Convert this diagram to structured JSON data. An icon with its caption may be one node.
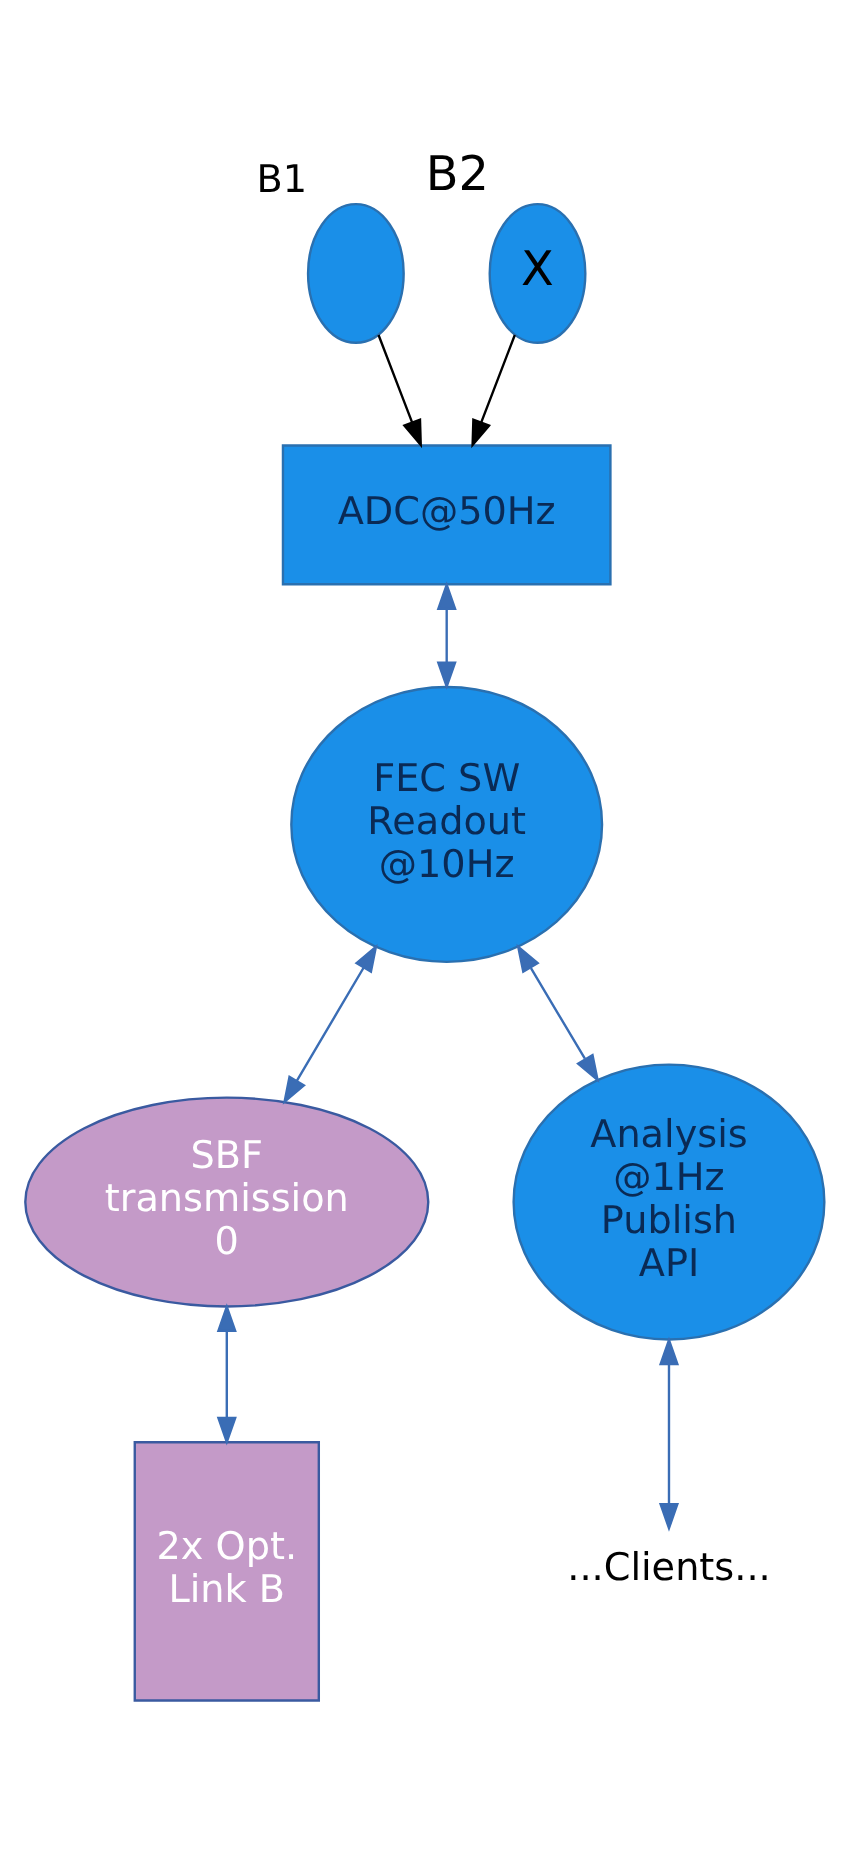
{
  "diagram": {
    "nodes": [
      {
        "text": [],
        "shape": "circle",
        "beside": [
          "B1"
        ]
      },
      {
        "text": [
          "X"
        ],
        "beside": [
          "B2"
        ]
      },
      {
        "text": [
          "ADC@50Hz"
        ]
      },
      {
        "text": [
          "FEC SW Readout @10Hz"
        ]
      },
      {
        "text": [
          "SBF transmission",
          "0"
        ]
      },
      {
        "text": [
          "Analysis @1Hz Publish API"
        ]
      },
      {
        "text": [
          "2x Opt. Link B"
        ]
      },
      {
        "text": [
          "...Clients..."
        ]
      }
    ],
    "edges": [
      {
        "from": 0,
        "to": 2,
        "arrow": "to",
        "color": "#000000"
      },
      {
        "from": 1,
        "to": 2,
        "arrow": "to",
        "color": "#000000"
      },
      {
        "from": 2,
        "to": 3,
        "arrow": "both"
      },
      {
        "from": 3,
        "to": 4,
        "arrow": "both"
      },
      {
        "from": 3,
        "to": 5,
        "arrow": "both"
      },
      {
        "from": 4,
        "to": 6,
        "arrow": "both"
      },
      {
        "from": 5,
        "to": 7,
        "arrow": "both"
      }
    ]
  }
}
